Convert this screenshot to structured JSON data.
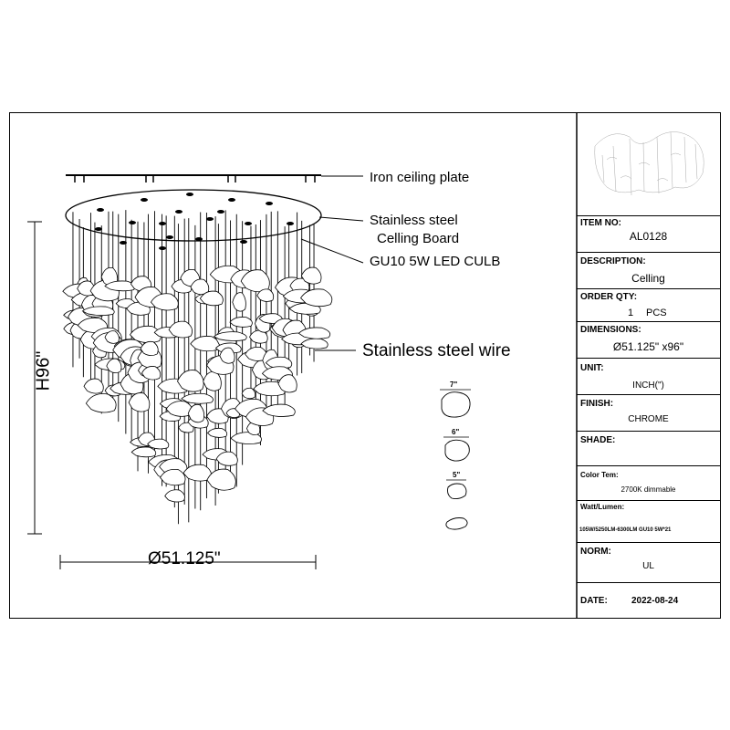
{
  "callouts": {
    "ceiling_plate": "Iron ceiling plate",
    "board_line1": "Stainless steel",
    "board_line2": "Celling Board",
    "led": "GU10 5W LED CULB",
    "wire": "Stainless steel wire"
  },
  "dimensions": {
    "height": "H96\"",
    "diameter": "Ø51.125\""
  },
  "glass_sizes": [
    "7\"",
    "6\"",
    "5\""
  ],
  "title_block": {
    "item_no_label": "ITEM NO:",
    "item_no": "AL0128",
    "description_label": "DESCRIPTION:",
    "description": "Celling",
    "order_qty_label": "ORDER QTY:",
    "order_qty": "1",
    "order_unit": "PCS",
    "dimensions_label": "DIMENSIONS:",
    "dimensions": "Ø51.125\" x96\"",
    "unit_label": "UNIT:",
    "unit": "INCH(\")",
    "finish_label": "FINISH:",
    "finish": "CHROME",
    "shade_label": "SHADE:",
    "color_temp_label": "Color Tem:",
    "color_temp": "2700K dimmable",
    "watt_label": "Watt/Lumen:",
    "watt": "105W/5250LM-6300LM GU10 5W*21",
    "norm_label": "NORM:",
    "norm": "UL",
    "date_label": "DATE:",
    "date": "2022-08-24"
  },
  "colors": {
    "line": "#000000",
    "background": "#ffffff"
  }
}
